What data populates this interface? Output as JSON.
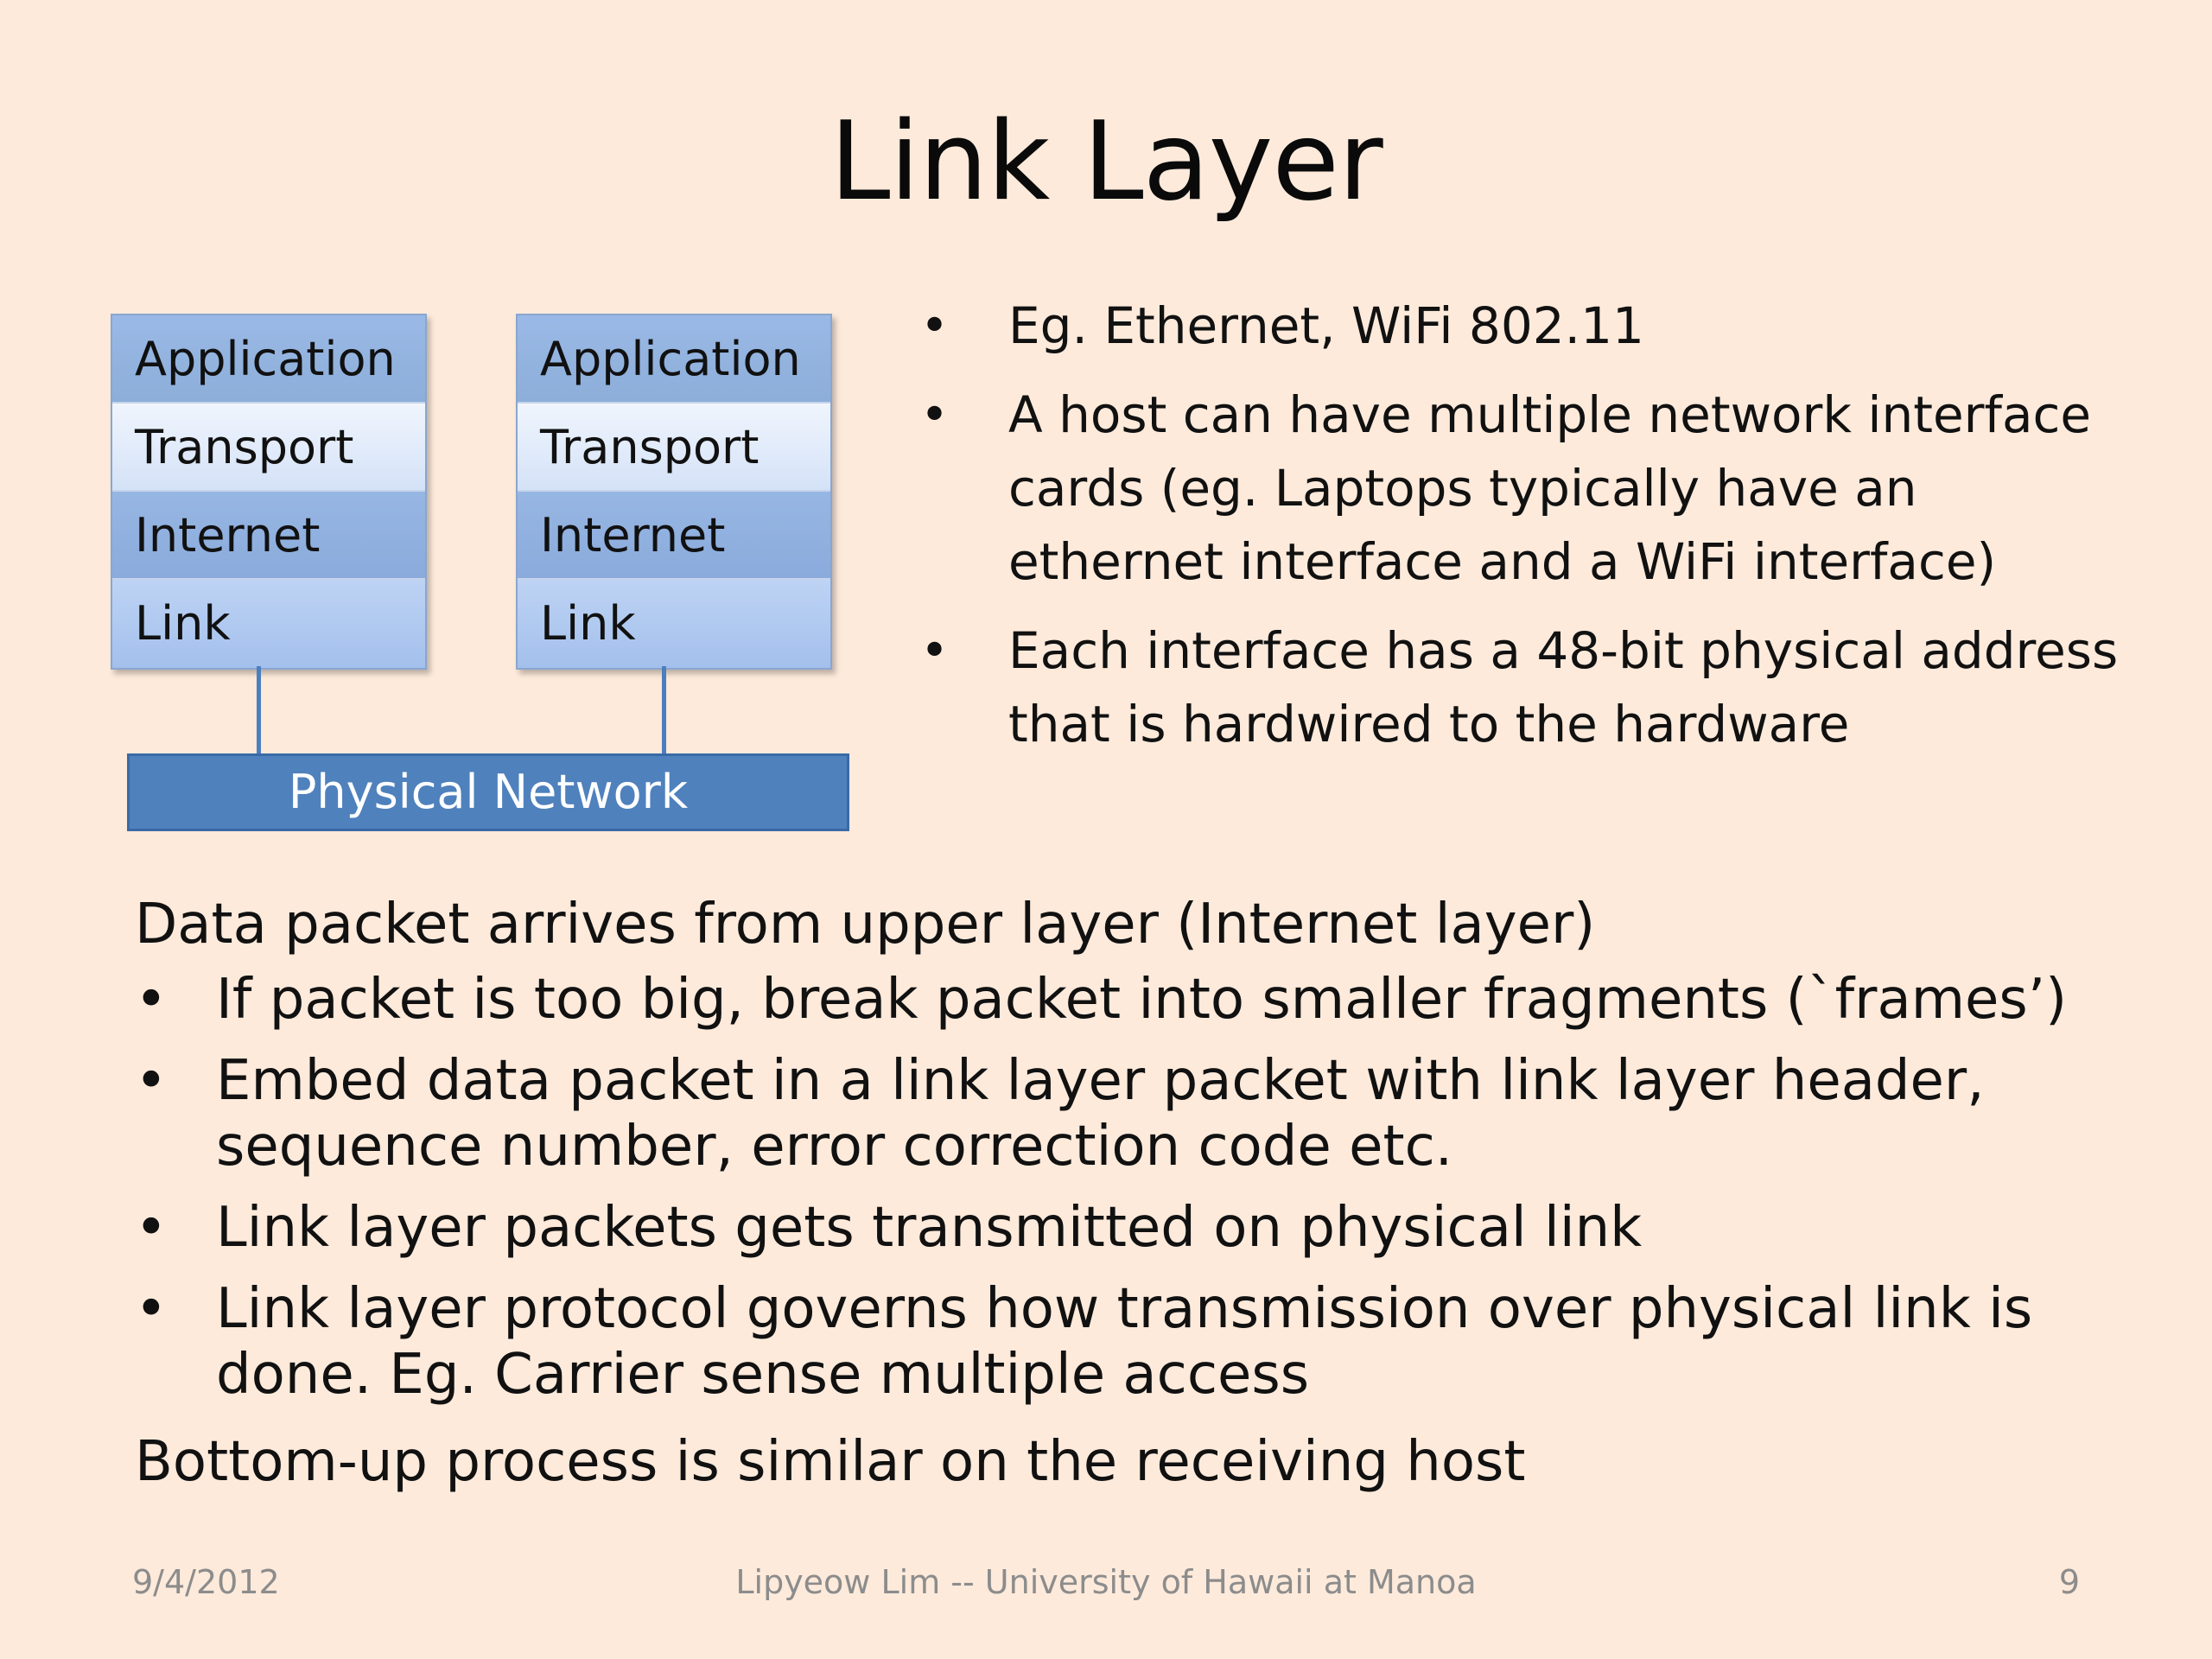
{
  "slide": {
    "title": "Link Layer"
  },
  "diagram": {
    "stacks": [
      {
        "layers": [
          "Application",
          "Transport",
          "Internet",
          "Link"
        ]
      },
      {
        "layers": [
          "Application",
          "Transport",
          "Internet",
          "Link"
        ]
      }
    ],
    "network_label": "Physical Network",
    "colors": {
      "network_fill": "#4f81bd",
      "connector": "#4a7fbf"
    }
  },
  "right_bullets": [
    "Eg. Ethernet, WiFi 802.11",
    "A host can have multiple network interface cards (eg. Laptops typically have an ethernet interface and a WiFi interface)",
    "Each interface has a 48-bit physical address that is hardwired to the hardware"
  ],
  "lower": {
    "intro": "Data packet arrives from upper layer (Internet layer)",
    "bullets": [
      "If packet is too big, break packet into smaller fragments (`frames’)",
      "Embed data packet in a link layer packet with link layer header, sequence number, error correction code etc.",
      "Link layer packets gets transmitted on physical link",
      "Link layer protocol governs how transmission over physical link is done. Eg. Carrier sense multiple access"
    ],
    "closing": "Bottom-up process is similar on the receiving host"
  },
  "footer": {
    "date": "9/4/2012",
    "center": "Lipyeow Lim -- University of Hawaii at Manoa",
    "page": "9"
  },
  "bullet_glyph": "•",
  "background_color": "#fdeadb"
}
